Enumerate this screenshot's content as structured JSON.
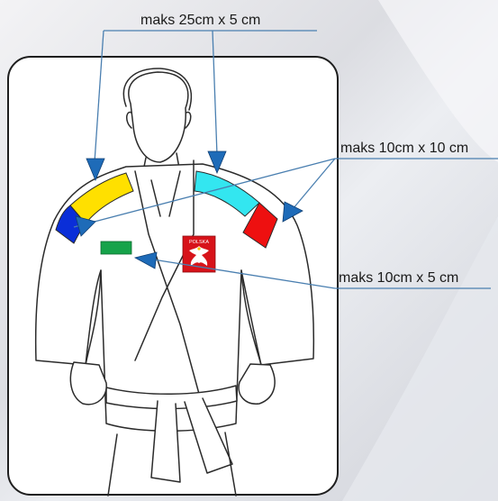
{
  "labels": {
    "back_patch": "maks 25cm x 5 cm",
    "sleeve_patch": "maks 10cm x 10 cm",
    "chest_patch": "maks 10cm x 5 cm"
  },
  "emblem": {
    "country_text": "POLSKA"
  },
  "colors": {
    "shoulder_left_yellow": "#ffe000",
    "shoulder_left_blue": "#0a2ed8",
    "shoulder_right_cyan": "#33e6f0",
    "shoulder_right_red": "#ee1010",
    "chest_green": "#16a34a",
    "arrow_blue": "#1e6bb8",
    "leader_line": "#4a7fb0",
    "emblem_red": "#d7131a"
  }
}
